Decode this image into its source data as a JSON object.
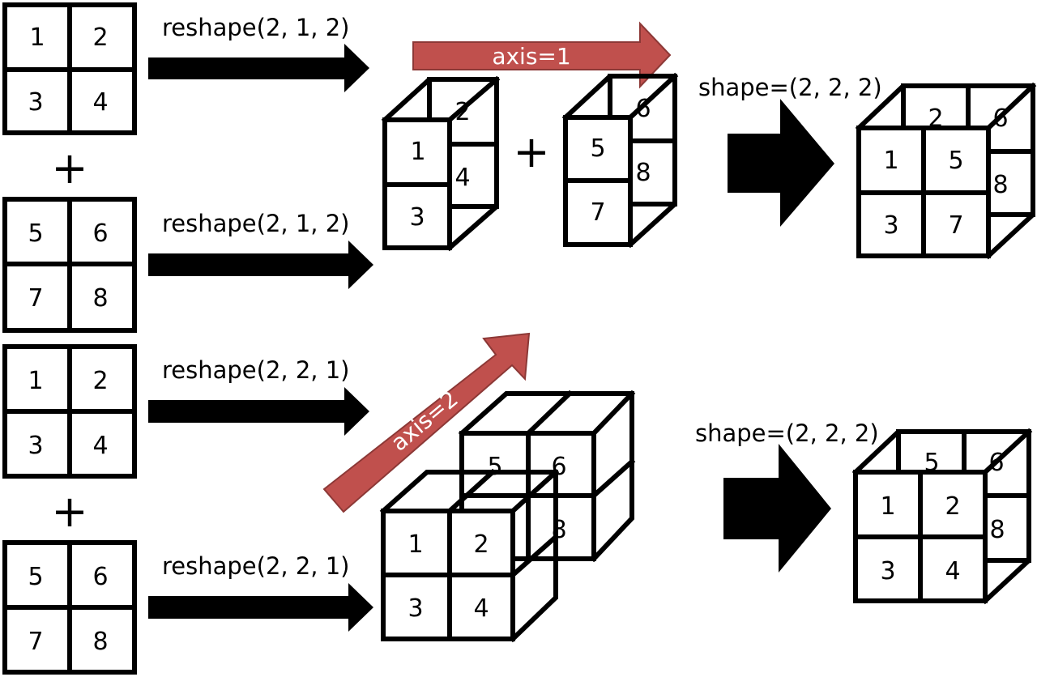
{
  "input_matrices": [
    {
      "values": [
        "1",
        "2",
        "3",
        "4"
      ]
    },
    {
      "values": [
        "5",
        "6",
        "7",
        "8"
      ]
    },
    {
      "values": [
        "1",
        "2",
        "3",
        "4"
      ]
    },
    {
      "values": [
        "5",
        "6",
        "7",
        "8"
      ]
    }
  ],
  "plus_symbol": "+",
  "reshape_labels": [
    "reshape(2, 1, 2)",
    "reshape(2, 1, 2)",
    "reshape(2, 2, 1)",
    "reshape(2, 2, 1)"
  ],
  "axis_labels": {
    "top": "axis=1",
    "bottom": "axis=2"
  },
  "shape_labels": [
    "shape=(2, 2, 2)",
    "shape=(2, 2, 2)"
  ],
  "cube_values": {
    "top_left": {
      "front": [
        "1",
        "3"
      ],
      "side": [
        "2",
        "4"
      ]
    },
    "top_right": {
      "front": [
        "5",
        "7"
      ],
      "side": [
        "6",
        "8"
      ]
    },
    "top_result": {
      "front": [
        "1",
        "5",
        "3",
        "7"
      ],
      "back": [
        "2",
        "6"
      ],
      "side": [
        "8"
      ]
    },
    "bottom_back": {
      "front": [
        "5",
        "6",
        "8"
      ]
    },
    "bottom_front": {
      "front": [
        "1",
        "2",
        "3",
        "4"
      ]
    },
    "bottom_result": {
      "front": [
        "1",
        "2",
        "3",
        "4"
      ],
      "back": [
        "5",
        "6"
      ],
      "side": [
        "8"
      ]
    }
  },
  "colors": {
    "banner": "#c0504d",
    "banner_border": "#8c3836",
    "stroke": "#000000"
  }
}
